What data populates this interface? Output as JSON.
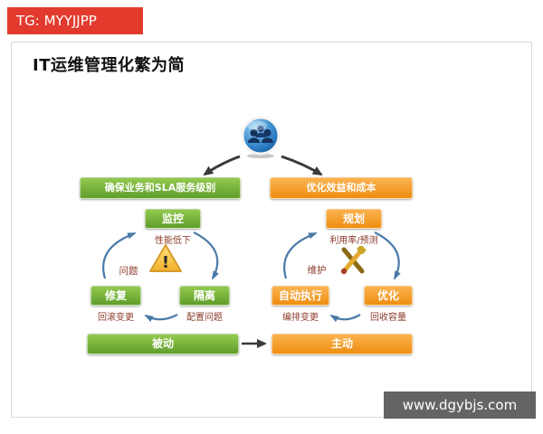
{
  "top_banner": {
    "label": "TG: MYYJJPP"
  },
  "slide": {
    "title": "IT运维管理化繁为简"
  },
  "left_flow": {
    "header": "确保业务和SLA服务级别",
    "monitor": {
      "label": "监控",
      "note": "性能低下"
    },
    "issue_label": "问题",
    "repair": {
      "label": "修复",
      "note": "回滚变更"
    },
    "isolate": {
      "label": "隔离",
      "note": "配置问题"
    },
    "mode": "被动"
  },
  "right_flow": {
    "header": "优化效益和成本",
    "plan": {
      "label": "规划",
      "note": "利用率/预测"
    },
    "maintain_label": "维护",
    "auto_execute": {
      "label": "自动执行",
      "note": "编排变更"
    },
    "optimize": {
      "label": "优化",
      "note": "回收容量"
    },
    "mode": "主动"
  },
  "watermark": {
    "label": "www.dgybjs.com"
  },
  "icons": {
    "users": "users-icon",
    "warning": "warning-icon",
    "tools": "tools-icon"
  },
  "colors": {
    "green": "#6cae35",
    "orange": "#f5981f",
    "banner_red": "#e23b2e",
    "watermark_bg": "#5c5c5c",
    "cycle_arrow": "#4a7aa8",
    "dark_arrow": "#3a3a3a",
    "note_text": "#8b3a2a"
  }
}
